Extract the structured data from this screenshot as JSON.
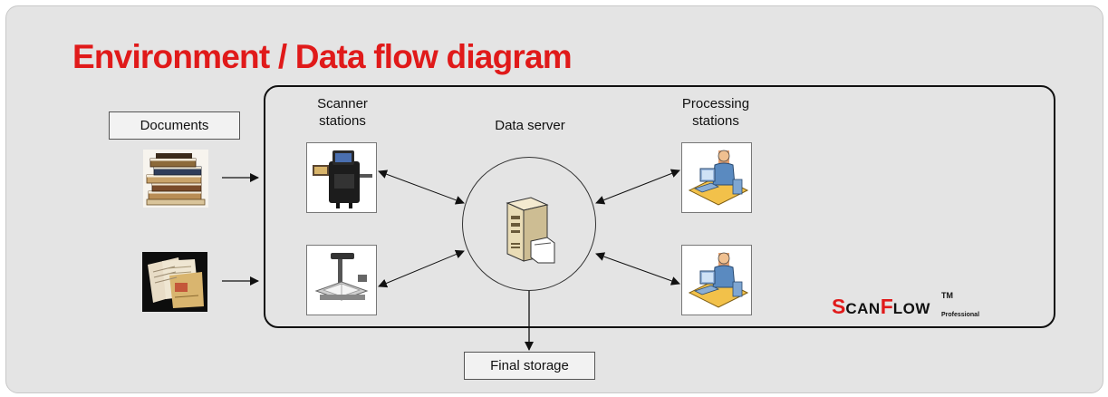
{
  "title": "Environment / Data flow diagram",
  "labels": {
    "documents": "Documents",
    "scanner_line1": "Scanner",
    "scanner_line2": "stations",
    "data_server": "Data server",
    "processing_line1": "Processing",
    "processing_line2": "stations",
    "final_storage": "Final storage"
  },
  "brand": {
    "s": "S",
    "can": "CAN",
    "f": "F",
    "low": "LOW",
    "tm": "TM",
    "edition": "Professional"
  },
  "colors": {
    "title": "#e01a1a",
    "background": "#e4e4e4",
    "brand_accent": "#e01a1a"
  },
  "icons": {
    "books": "books-stack-icon",
    "papers": "loose-documents-icon",
    "scanner_1": "production-scanner-icon",
    "scanner_2": "book-scanner-icon",
    "server": "server-icon",
    "operator_1": "operator-workstation-icon",
    "operator_2": "operator-workstation-icon"
  }
}
